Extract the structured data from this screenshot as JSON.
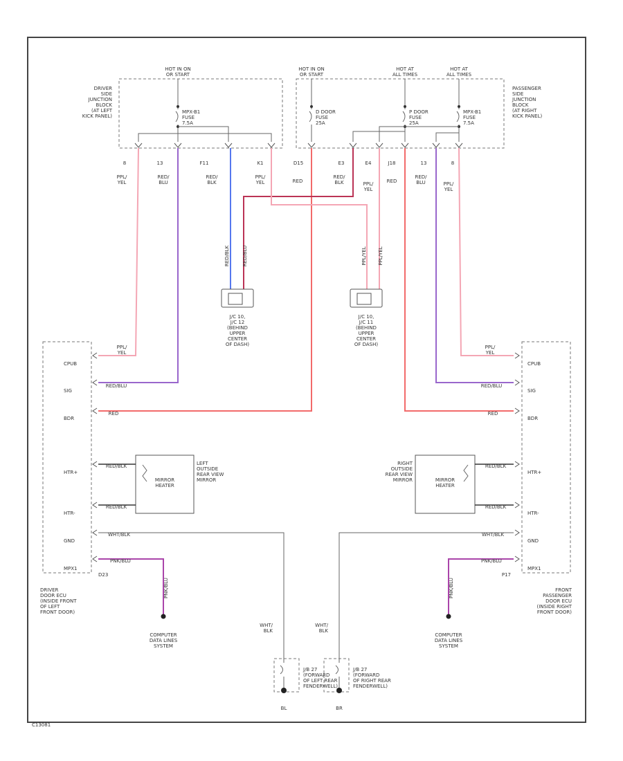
{
  "diagram_id": "C13081",
  "colors": {
    "pnk_yel": "#f4a6b4",
    "red_blu": "#9966cc",
    "red": "#f26a6a",
    "red_blk": "#5577ee",
    "pnk_blk": "#aa44aa",
    "wht_blk": "#999999"
  },
  "top": {
    "hot_run_1": [
      "HOT IN ON",
      "OR START"
    ],
    "hot_run_2": [
      "HOT IN ON",
      "OR START"
    ],
    "hot_acc_1": [
      "HOT AT",
      "ALL TIMES"
    ],
    "hot_acc_2": [
      "HOT AT",
      "ALL TIMES"
    ],
    "driver_jb": [
      "DRIVER",
      "SIDE",
      "JUNCTION",
      "BLOCK",
      "(AT LEFT",
      "KICK PANEL)"
    ],
    "pass_jb": [
      "PASSENGER",
      "SIDE",
      "JUNCTION",
      "BLOCK",
      "(AT RIGHT",
      "KICK PANEL)"
    ],
    "fuse_mpx": [
      "MPX-B1",
      "FUSE",
      "7.5A"
    ],
    "fuse_d_door": [
      "D DOOR",
      "FUSE",
      "25A"
    ],
    "fuse_p_door": [
      "P DOOR",
      "FUSE",
      "25A"
    ],
    "fuse_mpx_r": [
      "MPX-B1",
      "FUSE",
      "7.5A"
    ]
  },
  "pins": [
    "8",
    "13",
    "F11",
    "K1",
    "D15",
    "E3",
    "E4",
    "J18",
    "13",
    "8"
  ],
  "wire_labels": {
    "w1": [
      "PPL/",
      "YEL"
    ],
    "w2": [
      "RED/",
      "BLU"
    ],
    "w3": [
      "RED/",
      "BLK"
    ],
    "w4": [
      "PPL/",
      "YEL"
    ],
    "w5": [
      "RED"
    ],
    "w6": [
      "RED/",
      "BLK"
    ],
    "w7": [
      "PPL/",
      "YEL"
    ],
    "w8": [
      "RED"
    ],
    "w9": [
      "RED/",
      "BLU"
    ],
    "w10": [
      "PPL/",
      "YEL"
    ]
  },
  "jc_left": [
    "J/C 10,",
    "J/C 12",
    "(BEHIND",
    "UPPER",
    "CENTER",
    "OF DASH)"
  ],
  "jc_right": [
    "J/C 10,",
    "J/C 11",
    "(BEHIND",
    "UPPER",
    "CENTER",
    "OF DASH)"
  ],
  "ecu_left": {
    "name": [
      "DRIVER",
      "DOOR ECU",
      "(INSIDE FRONT",
      "OF LEFT",
      "FRONT DOOR)"
    ],
    "conn": "D23",
    "terminals": [
      "CPUB",
      "SIG",
      "BDR",
      "HTR+",
      "HTR-",
      "GND",
      "MPX1"
    ]
  },
  "ecu_right": {
    "name": [
      "FRONT",
      "PASSENGER",
      "DOOR ECU",
      "(INSIDE RIGHT",
      "FRONT DOOR)"
    ],
    "conn": "P17",
    "terminals": [
      "CPUB",
      "SIG",
      "BDR",
      "HTR+",
      "HTR-",
      "GND",
      "MPX1"
    ]
  },
  "mirror_left": [
    "LEFT",
    "OUTSIDE",
    "REAR VIEW",
    "MIRROR"
  ],
  "mirror_right": [
    "RIGHT",
    "OUTSIDE",
    "REAR VIEW",
    "MIRROR"
  ],
  "mirror_heater": [
    "MIRROR",
    "HEATER"
  ],
  "computer_left": [
    "COMPUTER",
    "DATA LINES",
    "SYSTEM"
  ],
  "computer_right": [
    "COMPUTER",
    "DATA LINES",
    "SYSTEM"
  ],
  "ground_wire": [
    "WHT/",
    "BLK"
  ],
  "jb_left": [
    "J/B 27",
    "(FORWARD",
    "OF LEFT REAR",
    "FENDERWELL)"
  ],
  "jb_right": [
    "J/B 27",
    "(FORWARD",
    "OF RIGHT REAR",
    "FENDERWELL)"
  ],
  "ground_left": "BL",
  "ground_right": "BR",
  "ecu_wire_labels": {
    "cpub": [
      "PPL/",
      "YEL"
    ],
    "sig": "RED/BLU",
    "bdr": "RED",
    "htr_p": "RED/BLK",
    "htr_n": "RED/BLK",
    "gnd": "WHT/BLK",
    "mpx": "PNK/BLU",
    "mpx_vert": "PNK/BLU"
  },
  "vert_tags": {
    "l1": "RED/BLK",
    "l2": "RED/BLU",
    "r1": "PPL/YEL",
    "r2": "PPL/YEL"
  }
}
